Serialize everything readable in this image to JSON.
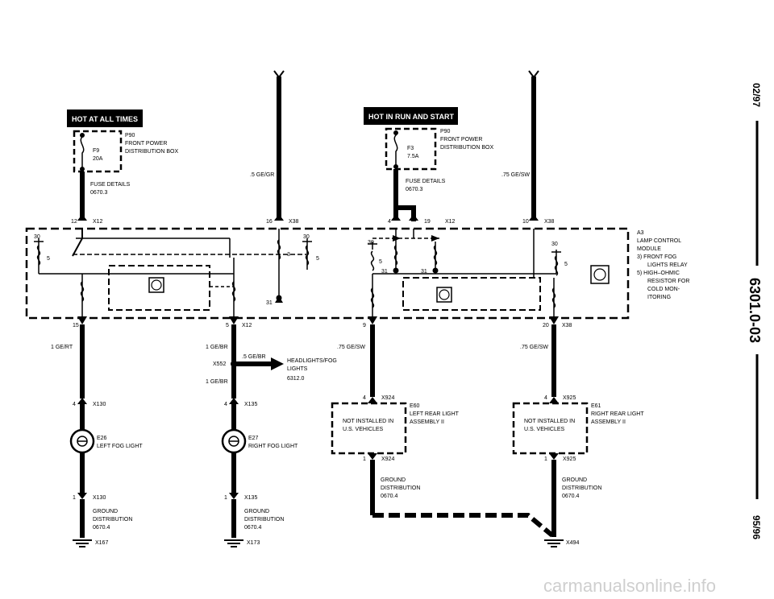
{
  "headers": {
    "hot_at_all_times": "HOT AT ALL TIMES",
    "hot_in_run_and_start": "HOT IN RUN AND START"
  },
  "fuse_box_left": {
    "name": "P90",
    "line1": "FRONT POWER",
    "line2": "DISTRIBUTION BOX",
    "fuse": "F9",
    "rating": "20A"
  },
  "fuse_box_right": {
    "name": "P90",
    "line1": "FRONT POWER",
    "line2": "DISTRIBUTION BOX",
    "fuse": "F3",
    "rating": "7.5A"
  },
  "fuse_details_left": {
    "line1": "FUSE DETAILS",
    "line2": "0670.3"
  },
  "fuse_details_right": {
    "line1": "FUSE DETAILS",
    "line2": "0670.3"
  },
  "wires": {
    "w1": ".5 GE/GR",
    "w2": ".75 GE/SW",
    "w3": "1 GE/RT",
    "w4": "1 GE/BR",
    "w5": ".5 GE/BR",
    "w6": "1 GE/BR",
    "w7": ".75 GE/SW",
    "w8": ".75 GE/SW"
  },
  "connectors": {
    "x12_top": "X12",
    "x38_top": "X38",
    "x12_mid": "X12",
    "x38_mid": "X38",
    "x12_bot": "X12",
    "x38_bot": "X38",
    "x552": "X552",
    "x130_top": "X130",
    "x135_top": "X135",
    "x130_bot": "X130",
    "x135_bot": "X135",
    "x167": "X167",
    "x173": "X173",
    "x924_top": "X924",
    "x924_bot": "X924",
    "x925_top": "X925",
    "x925_bot": "X925",
    "x494": "X494"
  },
  "pins": {
    "p12": "12",
    "p16": "16",
    "p4a": "4",
    "p19": "19",
    "p10": "10",
    "p15": "15",
    "p5": "5",
    "p9": "9",
    "p20": "20",
    "p4b": "4",
    "p4c": "4",
    "p1a": "1",
    "p1b": "1",
    "p4d": "4",
    "p4e": "4",
    "p1c": "1",
    "p1d": "1"
  },
  "module_pins": {
    "a30": "30",
    "a5": "5",
    "b30": "30",
    "b3": "3",
    "b5": "5",
    "b31": "31",
    "c30": "30",
    "c5": "5",
    "c31": "31",
    "c31b": "31",
    "d30": "30",
    "d5": "5"
  },
  "module_label": {
    "name": "A3",
    "line1": "LAMP CONTROL",
    "line2": "MODULE",
    "line3": "3)  FRONT FOG",
    "line4": "LIGHTS RELAY",
    "line5": "5)  HIGH–OHMIC",
    "line6": "RESISTOR FOR",
    "line7": "COLD MON-",
    "line8": "ITORING"
  },
  "headlights_ref": {
    "line1": "HEADLIGHTS/FOG",
    "line2": "LIGHTS",
    "line3": "6312.0"
  },
  "lamp_left": {
    "name": "E26",
    "desc": "LEFT FOG LIGHT"
  },
  "lamp_right": {
    "name": "E27",
    "desc": "RIGHT FOG LIGHT"
  },
  "ground_left": {
    "line1": "GROUND",
    "line2": "DISTRIBUTION",
    "line3": "0670.4"
  },
  "ground_right": {
    "line1": "GROUND",
    "line2": "DISTRIBUTION",
    "line3": "0670.4"
  },
  "ground_e60": {
    "line1": "GROUND",
    "line2": "DISTRIBUTION",
    "line3": "0670.4"
  },
  "ground_e61": {
    "line1": "GROUND",
    "line2": "DISTRIBUTION",
    "line3": "0670.4"
  },
  "rear_left": {
    "not_installed_1": "NOT INSTALLED IN",
    "not_installed_2": "U.S. VEHICLES",
    "name": "E60",
    "line1": "LEFT REAR LIGHT",
    "line2": "ASSEMBLY II"
  },
  "rear_right": {
    "not_installed_1": "NOT INSTALLED IN",
    "not_installed_2": "U.S. VEHICLES",
    "name": "E61",
    "line1": "RIGHT REAR LIGHT",
    "line2": "ASSEMBLY II"
  },
  "side_labels": {
    "date_top": "02/97",
    "page_code": "6301.0-03",
    "date_bottom": "95/96"
  },
  "watermark": "carmanualsonline.info"
}
